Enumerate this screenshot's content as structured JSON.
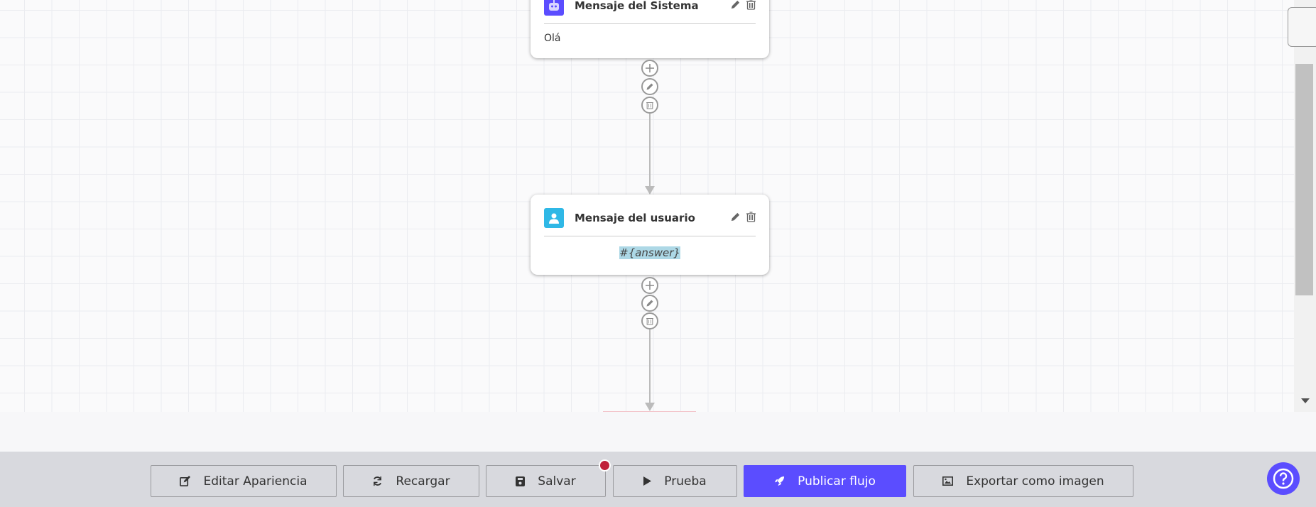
{
  "nodes": [
    {
      "title": "Mensaje del Sistema",
      "body": "Olá",
      "icon": "robot-icon",
      "icon_color": "#5b4dff"
    },
    {
      "title": "Mensaje del usuario",
      "body": "#{answer}",
      "icon": "user-icon",
      "icon_color": "#2fb8e6"
    }
  ],
  "toolbar": {
    "edit": "Editar Apariencia",
    "reload": "Recargar",
    "save": "Salvar",
    "test": "Prueba",
    "publish": "Publicar flujo",
    "export": "Exportar como imagen"
  },
  "colors": {
    "accent": "#5b4dff",
    "unsaved_dot": "#c0203a",
    "highlight": "#add8e6"
  }
}
